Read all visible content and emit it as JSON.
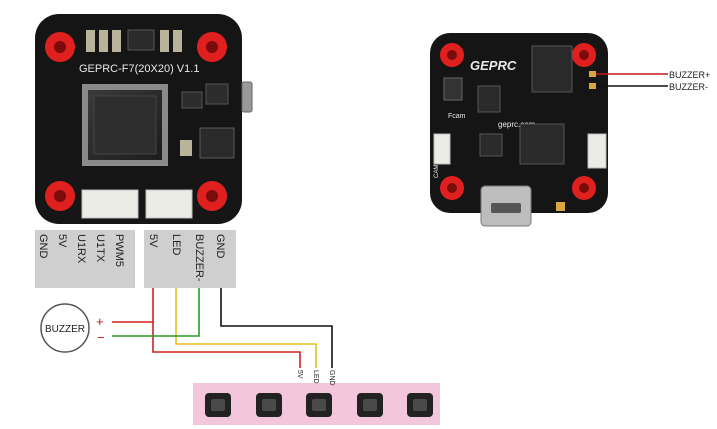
{
  "left_board": {
    "title": "GEPRC-F7(20X20) V1.1",
    "pinout_left": [
      "GND",
      "5V",
      "U1RX",
      "U1TX",
      "PWM5"
    ],
    "pinout_right": [
      "5V",
      "LED",
      "BUZZER-",
      "GND"
    ]
  },
  "right_board": {
    "logo": "GEPRC",
    "website": "geprc.com",
    "fcam_label": "Fcam",
    "cam_label": "CAM",
    "buzzer_plus_label": "BUZZER+",
    "buzzer_minus_label": "BUZZER-"
  },
  "buzzer": {
    "label": "BUZZER",
    "plus_sign": "+",
    "minus_sign": "−"
  },
  "led_strip": {
    "pin_labels": [
      "5V",
      "LED",
      "GND"
    ],
    "led_count": 5
  },
  "colors": {
    "pcb": "#151515",
    "mount_hole": "#e01f1f",
    "connector": "#ecece6",
    "label_panel": "#cfcfcf",
    "led_strip": "#f4c6dc",
    "wire_5v": "#d42020",
    "wire_led": "#e0c21a",
    "wire_buzzer": "#2a9a2a",
    "wire_gnd": "#111111",
    "buzzer_wire_label": "#c01818"
  }
}
